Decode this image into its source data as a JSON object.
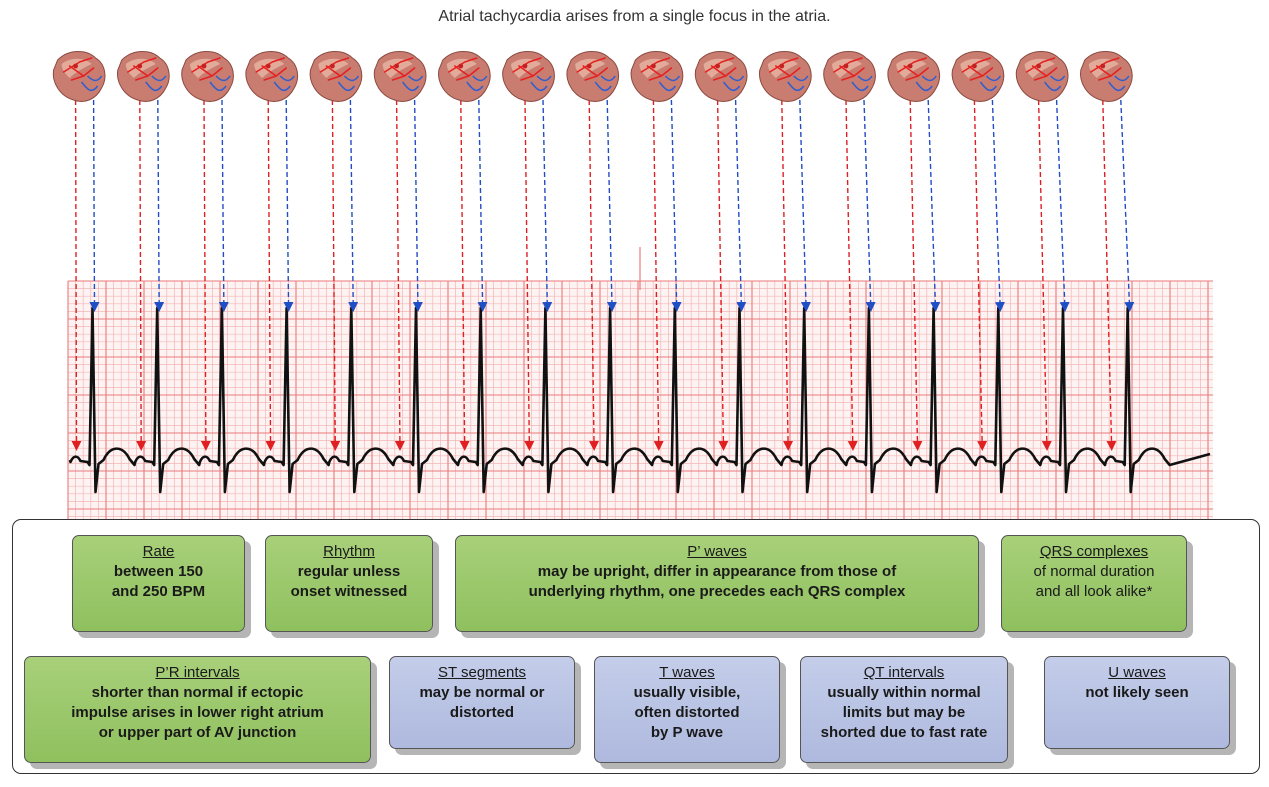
{
  "title": "Atrial tachycardia arises from a single focus in the atria.",
  "colors": {
    "grid_minor": "#f4b6b6",
    "grid_major": "#ea7a7a",
    "trace": "#111111",
    "arrow_red": "#e02020",
    "arrow_blue": "#1f4fc4",
    "card_green": "#9ccb68",
    "card_blue": "#b6c0e2"
  },
  "icons": {
    "heart": "heart-icon",
    "arrow_red": "red-dashed-arrow",
    "arrow_blue": "blue-dashed-arrow"
  },
  "beats": 17,
  "cards": {
    "rate": {
      "title": "Rate",
      "body": "between 150\nand 250 BPM"
    },
    "rhythm": {
      "title": "Rhythm",
      "body": "regular unless\nonset witnessed"
    },
    "p_waves": {
      "title": "P’ waves",
      "body": "may be upright, differ in appearance from those of\nunderlying rhythm, one precedes each QRS complex"
    },
    "qrs": {
      "title": "QRS complexes",
      "body": "of normal duration\nand all look alike*"
    },
    "pr": {
      "title": "P’R intervals",
      "body": "shorter than normal if ectopic\nimpulse arises in lower right atrium\nor upper part of AV junction"
    },
    "st": {
      "title": "ST segments",
      "body": "may be normal or\ndistorted"
    },
    "t_waves": {
      "title": "T waves",
      "body": "usually visible,\noften distorted\nby P wave"
    },
    "qt": {
      "title": "QT intervals",
      "body": "usually within normal\nlimits but may be\nshorted due to fast rate"
    },
    "u_waves": {
      "title": "U waves",
      "body": "not likely seen"
    }
  }
}
